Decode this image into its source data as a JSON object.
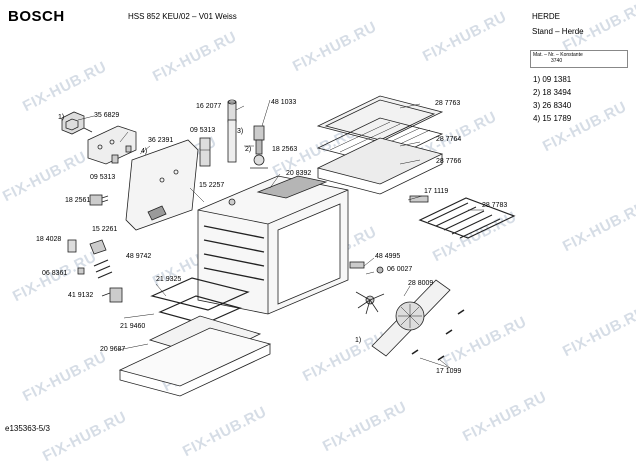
{
  "header": {
    "brand": "BOSCH",
    "model": "HSS 852 KEU/02 – V01 Weiss",
    "category": "HERDE",
    "subcategory": "Stand – Herde"
  },
  "konstante": {
    "label": "Mat. – Nr. – Konstante",
    "value": "3740"
  },
  "reference_list": [
    "1) 09 1381",
    "2) 18 3494",
    "3) 26 8340",
    "4) 15 1789"
  ],
  "watermark": "FIX-HUB.RU",
  "part_labels": [
    "1)",
    "35 6829",
    "36 2391",
    "4)",
    "09 5313",
    "09 5313",
    "18 2561",
    "16 2077",
    "48 1033",
    "3)",
    "2)",
    "18 2563",
    "15 2257",
    "20 8392",
    "28 7763",
    "28 7764",
    "28 7766",
    "17 1119",
    "28 7783",
    "18 4028",
    "15 2261",
    "48 9742",
    "06 8361",
    "41 9132",
    "21 9325",
    "21 9460",
    "20 9687",
    "48 4995",
    "06 0027",
    "28 8009",
    "1)",
    "17 1099"
  ],
  "footer": "e135363-5/3"
}
